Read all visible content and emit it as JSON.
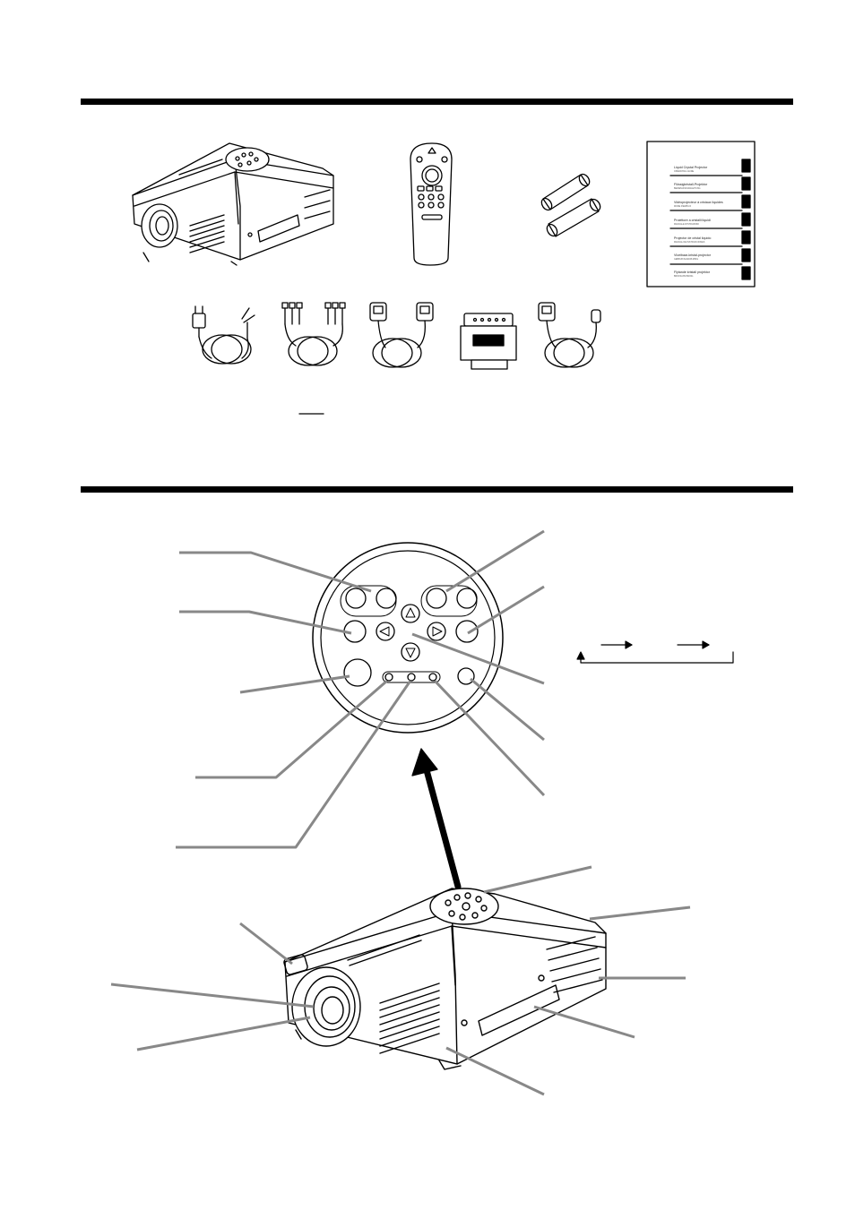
{
  "manual": {
    "lines": [
      "Liquid Crystal Projector",
      "Flüssigkristall-Projektor",
      "Vidéoprojecteur à cristaux liquides",
      "Proiettore a cristalli liquidi",
      "Projector de cristal líquido",
      "Vloeibaar-kristal-projector",
      "Flytande kristall projektor"
    ],
    "sublines": [
      "OPERATING GUIDE",
      "BEDIENUNGSANLEITUNG",
      "MODE D'EMPLOI",
      "MANUALE D'ISTRUZIONI",
      "MANUAL DE INSTRUCCIONES",
      "GEBRUIKSAANWIJZING",
      "BRUKSANVISNING"
    ]
  }
}
